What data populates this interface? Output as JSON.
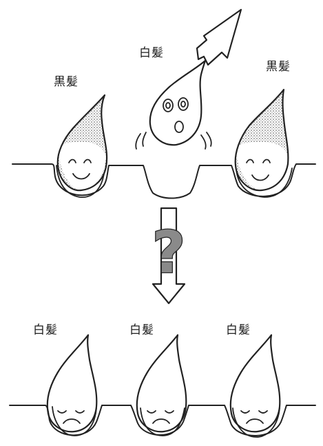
{
  "top_row": {
    "left_follicle_label": "黒髪",
    "center_follicle_label": "白髪",
    "right_follicle_label": "黒髪"
  },
  "transition": {
    "symbol": "?"
  },
  "bottom_row": {
    "left_follicle_label": "白髪",
    "center_follicle_label": "白髪",
    "right_follicle_label": "白髪"
  },
  "colors": {
    "ink": "#222222",
    "question_fill": "#8a8a8a",
    "dark_hair_shading": "#9a9a9a"
  }
}
